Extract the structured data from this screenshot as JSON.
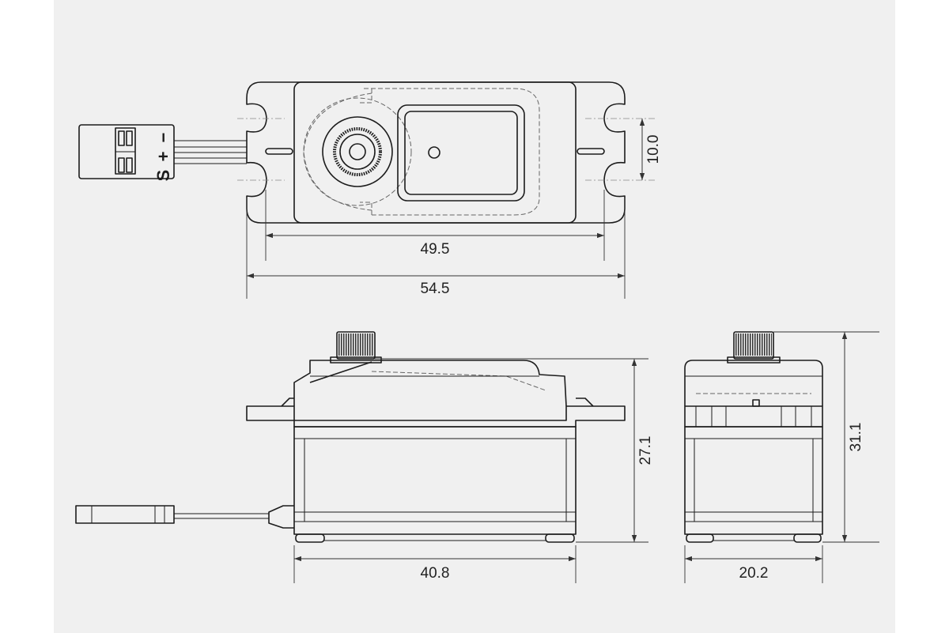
{
  "colors": {
    "background": "#ffffff",
    "sheet": "#f0f0f0",
    "line": "#1c1c1c"
  },
  "connector_pins": {
    "signal": "S",
    "plus": "+",
    "minus": "−"
  },
  "dimensions": {
    "mount_hole_pitch": "10.0",
    "mount_hole_span": "49.5",
    "overall_length": "54.5",
    "body_height": "27.1",
    "body_length": "40.8",
    "total_height": "31.1",
    "body_width": "20.2"
  }
}
